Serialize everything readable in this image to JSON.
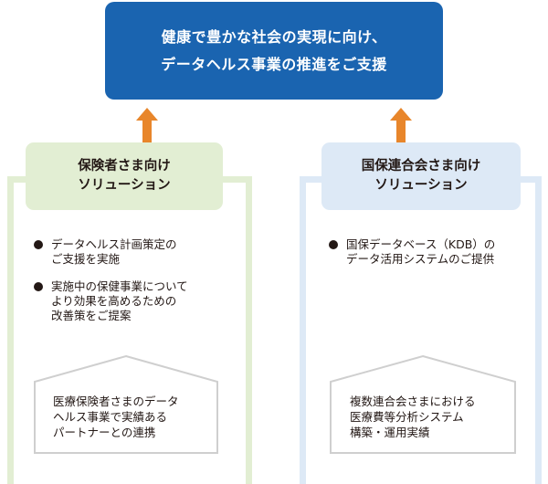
{
  "goal": {
    "line1": "健康で豊かな社会の実現に向け、",
    "line2": "データヘルス事業の推進をご支援"
  },
  "left": {
    "title_line1": "保険者さま向け",
    "title_line2": "ソリューション",
    "bullets": [
      {
        "lines": [
          "データヘルス計画策定の",
          "ご支援を実施"
        ]
      },
      {
        "lines": [
          "実施中の保健事業について",
          "より効果を高めるための",
          "改善策をご提案"
        ]
      }
    ],
    "base_lines": [
      "医療保険者さまのデータ",
      "ヘルス事業で実績ある",
      "パートナーとの連携"
    ]
  },
  "right": {
    "title_line1": "国保連合会さま向け",
    "title_line2": "ソリューション",
    "bullets": [
      {
        "lines": [
          "国保データベース（KDB）の",
          "データ活用システムのご提供"
        ]
      }
    ],
    "base_lines": [
      "複数連合会さまにおける",
      "医療費等分析システム",
      "構築・運用実績"
    ]
  },
  "colors": {
    "goal_fill": "#1a64b0",
    "arrow": "#e8862b",
    "left_panel": "#e2eed3",
    "right_panel": "#dde9f6",
    "house_stroke_left": "#cfcfcf",
    "house_stroke_right": "#cfcfcf"
  }
}
